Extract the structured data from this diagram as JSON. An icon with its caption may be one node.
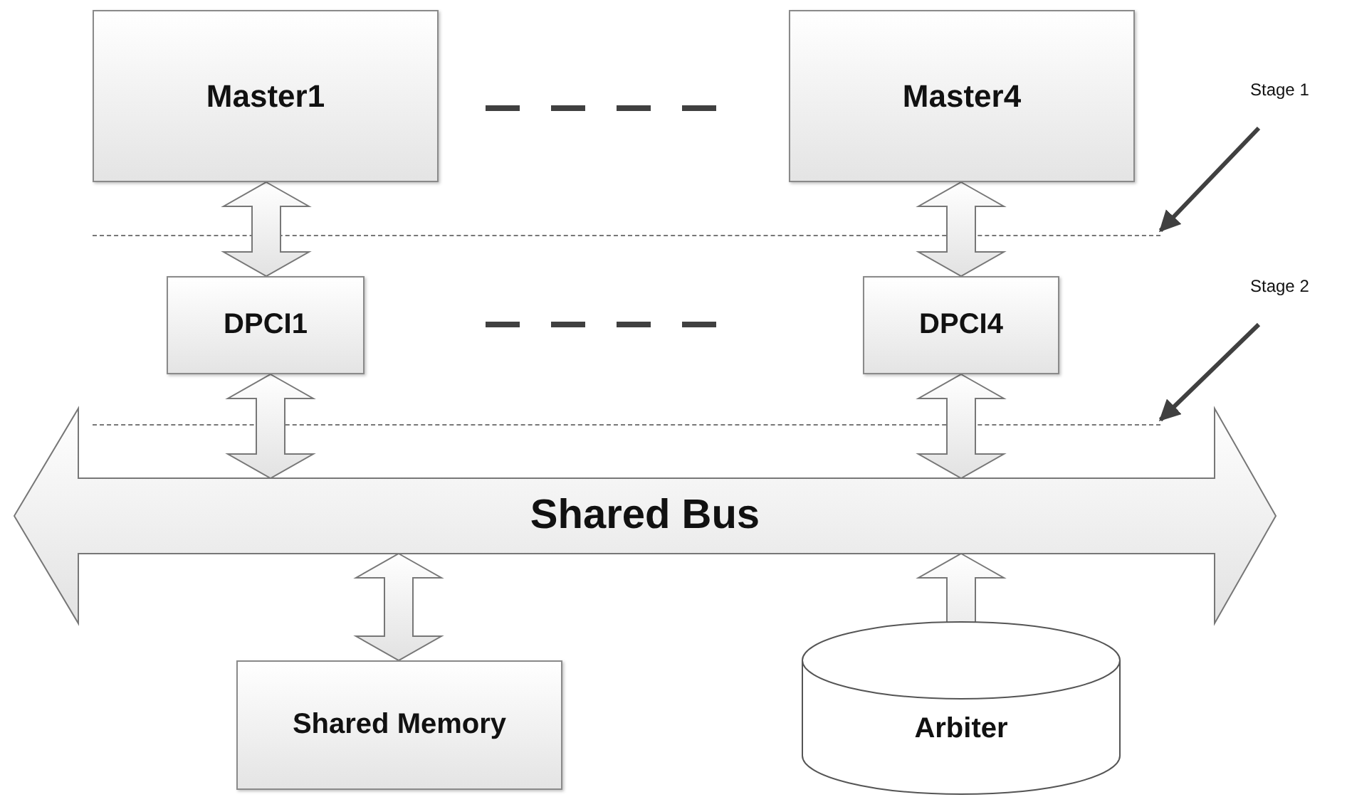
{
  "diagram": {
    "nodes": [
      {
        "text": [
          "Master1"
        ]
      },
      {
        "text": [
          "Master4"
        ]
      },
      {
        "text": [
          "Stage 1"
        ]
      },
      {
        "text": [],
        "shape": "line"
      },
      {
        "text": [
          "DPCI1"
        ]
      },
      {
        "text": [
          "DPCI4"
        ]
      },
      {
        "text": [
          "Stage 2"
        ]
      },
      {
        "text": [],
        "shape": "line"
      },
      {
        "text": [
          "Shared Bus"
        ]
      },
      {
        "text": [
          "Shared Memory"
        ]
      },
      {
        "text": [
          "Arbiter"
        ]
      }
    ],
    "edges": [
      {
        "from": 0,
        "to": 4,
        "arrow": "both"
      },
      {
        "from": 1,
        "to": 5,
        "arrow": "both"
      },
      {
        "from": 4,
        "to": 8,
        "arrow": "both"
      },
      {
        "from": 5,
        "to": 8,
        "arrow": "both"
      },
      {
        "from": 8,
        "to": 9,
        "arrow": "both"
      },
      {
        "from": 8,
        "to": 10,
        "arrow": "both"
      },
      {
        "from": 0,
        "to": 1,
        "arrow": "none",
        "style": "dashed"
      },
      {
        "from": 4,
        "to": 5,
        "arrow": "none",
        "style": "dashed"
      },
      {
        "from": 2,
        "to": 3,
        "arrow": "to"
      },
      {
        "from": 6,
        "to": 7,
        "arrow": "to"
      }
    ]
  }
}
